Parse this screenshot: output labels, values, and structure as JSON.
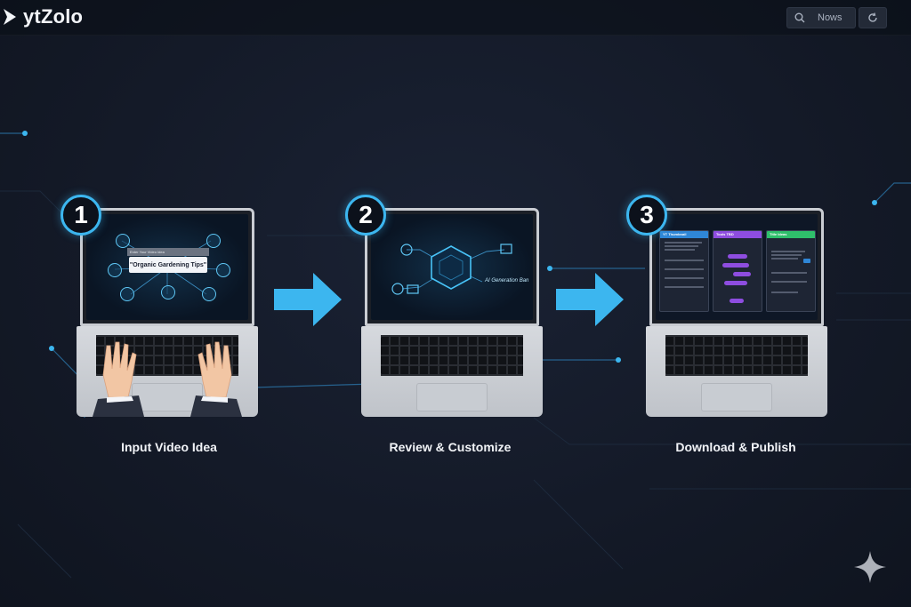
{
  "header": {
    "logo_text": "ytZolo",
    "search_icon": "search-icon",
    "search_label": "Nows",
    "refresh_icon": "refresh-icon"
  },
  "steps": [
    {
      "number": "1",
      "label": "Input Video Idea",
      "screen": {
        "dialog_title": "Enter Your Video Idea",
        "idea_text": "\"Organic Gardening Tips\""
      }
    },
    {
      "number": "2",
      "label": "Review & Customize",
      "screen": {
        "chip_label": "AI Generation Ban"
      }
    },
    {
      "number": "3",
      "label": "Download & Publish",
      "screen": {
        "panels": [
          {
            "title": "YT Thumbnail",
            "color": "#2f86d6"
          },
          {
            "title": "Tools TBD",
            "color": "#8e4de0"
          },
          {
            "title": "Title Ideas",
            "color": "#2fbf6b"
          }
        ]
      }
    }
  ],
  "colors": {
    "accent": "#3cb6ef",
    "background": "#141a28",
    "arrow": "#3cb6ef"
  },
  "decoration": {
    "corner_icon": "sparkle-icon"
  }
}
